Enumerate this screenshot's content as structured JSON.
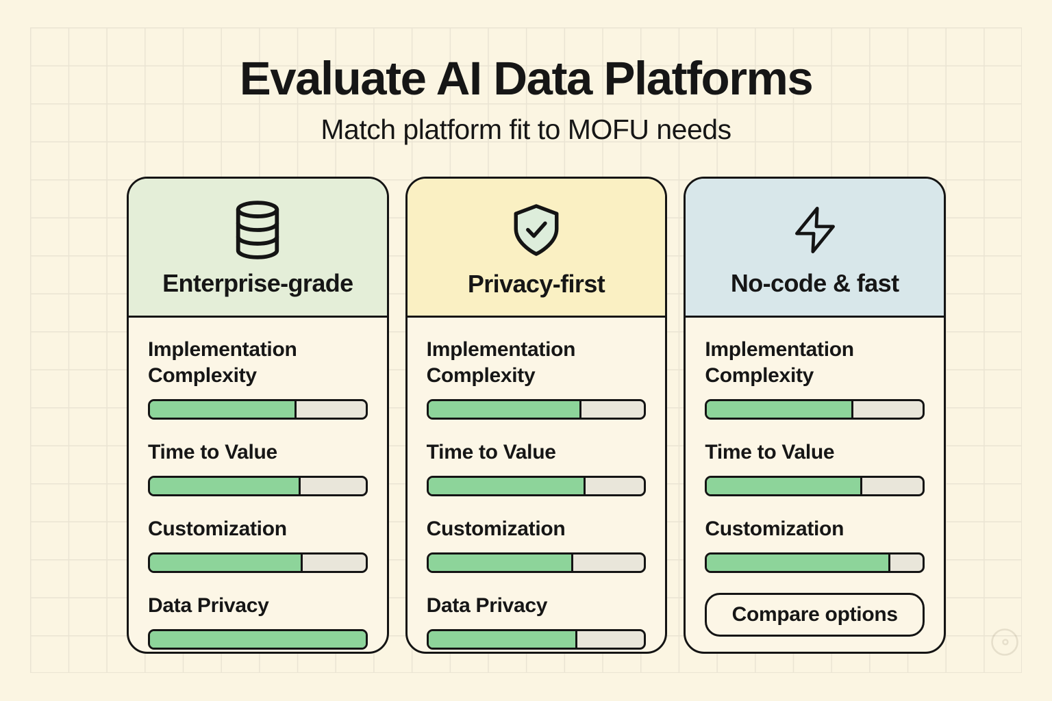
{
  "header": {
    "title": "Evaluate AI Data Platforms",
    "subtitle": "Match platform fit to MOFU needs"
  },
  "colors": {
    "bg": "#FBF5E2",
    "card-bg": "#FCF6E6",
    "border": "#141414",
    "text": "#161616",
    "green": "#8DD49A",
    "track": "#E9E6DA",
    "grid-line": "#EAE4D3",
    "shield-fill": "#DDEDDB"
  },
  "cards": [
    {
      "title": "Enterprise-grade",
      "icon": "database-icon",
      "header_color": "#E4EED8",
      "metrics": [
        {
          "label": "Implementation Complexity",
          "value": 68
        },
        {
          "label": "Time to Value",
          "value": 70
        },
        {
          "label": "Customization",
          "value": 71
        },
        {
          "label": "Data Privacy",
          "value": 100
        }
      ]
    },
    {
      "title": "Privacy-first",
      "icon": "shield-check-icon",
      "header_color": "#FAF0C3",
      "metrics": [
        {
          "label": "Implementation Complexity",
          "value": 71
        },
        {
          "label": "Time to Value",
          "value": 73
        },
        {
          "label": "Customization",
          "value": 67
        },
        {
          "label": "Data Privacy",
          "value": 69
        }
      ]
    },
    {
      "title": "No-code & fast",
      "icon": "lightning-icon",
      "header_color": "#D8E7EA",
      "metrics": [
        {
          "label": "Implementation Complexity",
          "value": 68
        },
        {
          "label": "Time to Value",
          "value": 72
        },
        {
          "label": "Customization",
          "value": 85
        }
      ],
      "button_label": "Compare options"
    }
  ]
}
